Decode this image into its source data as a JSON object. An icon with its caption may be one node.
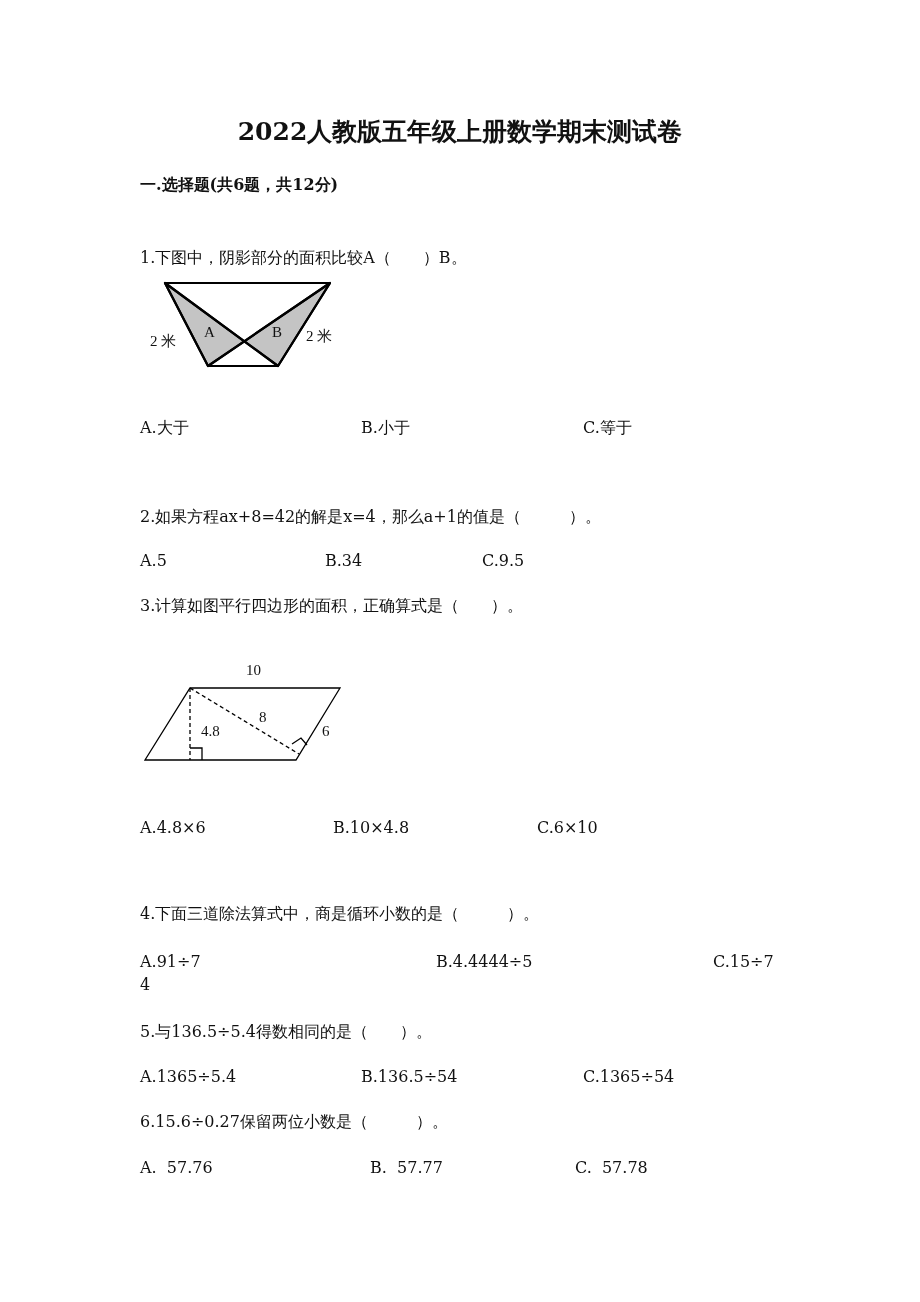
{
  "diagram": {
    "title": "2022人教版五年级上册数学期末测试卷",
    "labels": [
      "一.选择题(共6题，共12分)",
      "1.下图中，阴影部分的面积比较A（　　）B。",
      "2 米",
      "A",
      "B",
      "2 米",
      "A.大于",
      "B.小于",
      "C.等于",
      "2.如果方程ax+8=42的解是x=4，那么a+1的值是（　　　）。",
      "A.5",
      "B.34",
      "C.9.5",
      "3.计算如图平行四边形的面积，正确算式是（　　）。",
      "10",
      "4.8",
      "8",
      "6",
      "A.4.8×6",
      "B.10×4.8",
      "C.6×10",
      "4.下面三道除法算式中，商是循环小数的是（　　　）。",
      "A.91÷7",
      "B.4.4444÷5",
      "C.15÷7",
      "4",
      "5.与136.5÷5.4得数相同的是（　　）。",
      "A.1365÷5.4",
      "B.136.5÷54",
      "C.1365÷54",
      "6.15.6÷0.27保留两位小数是（　　　）。",
      "A.  57.76",
      "B.  57.77",
      "C.  57.78"
    ]
  }
}
